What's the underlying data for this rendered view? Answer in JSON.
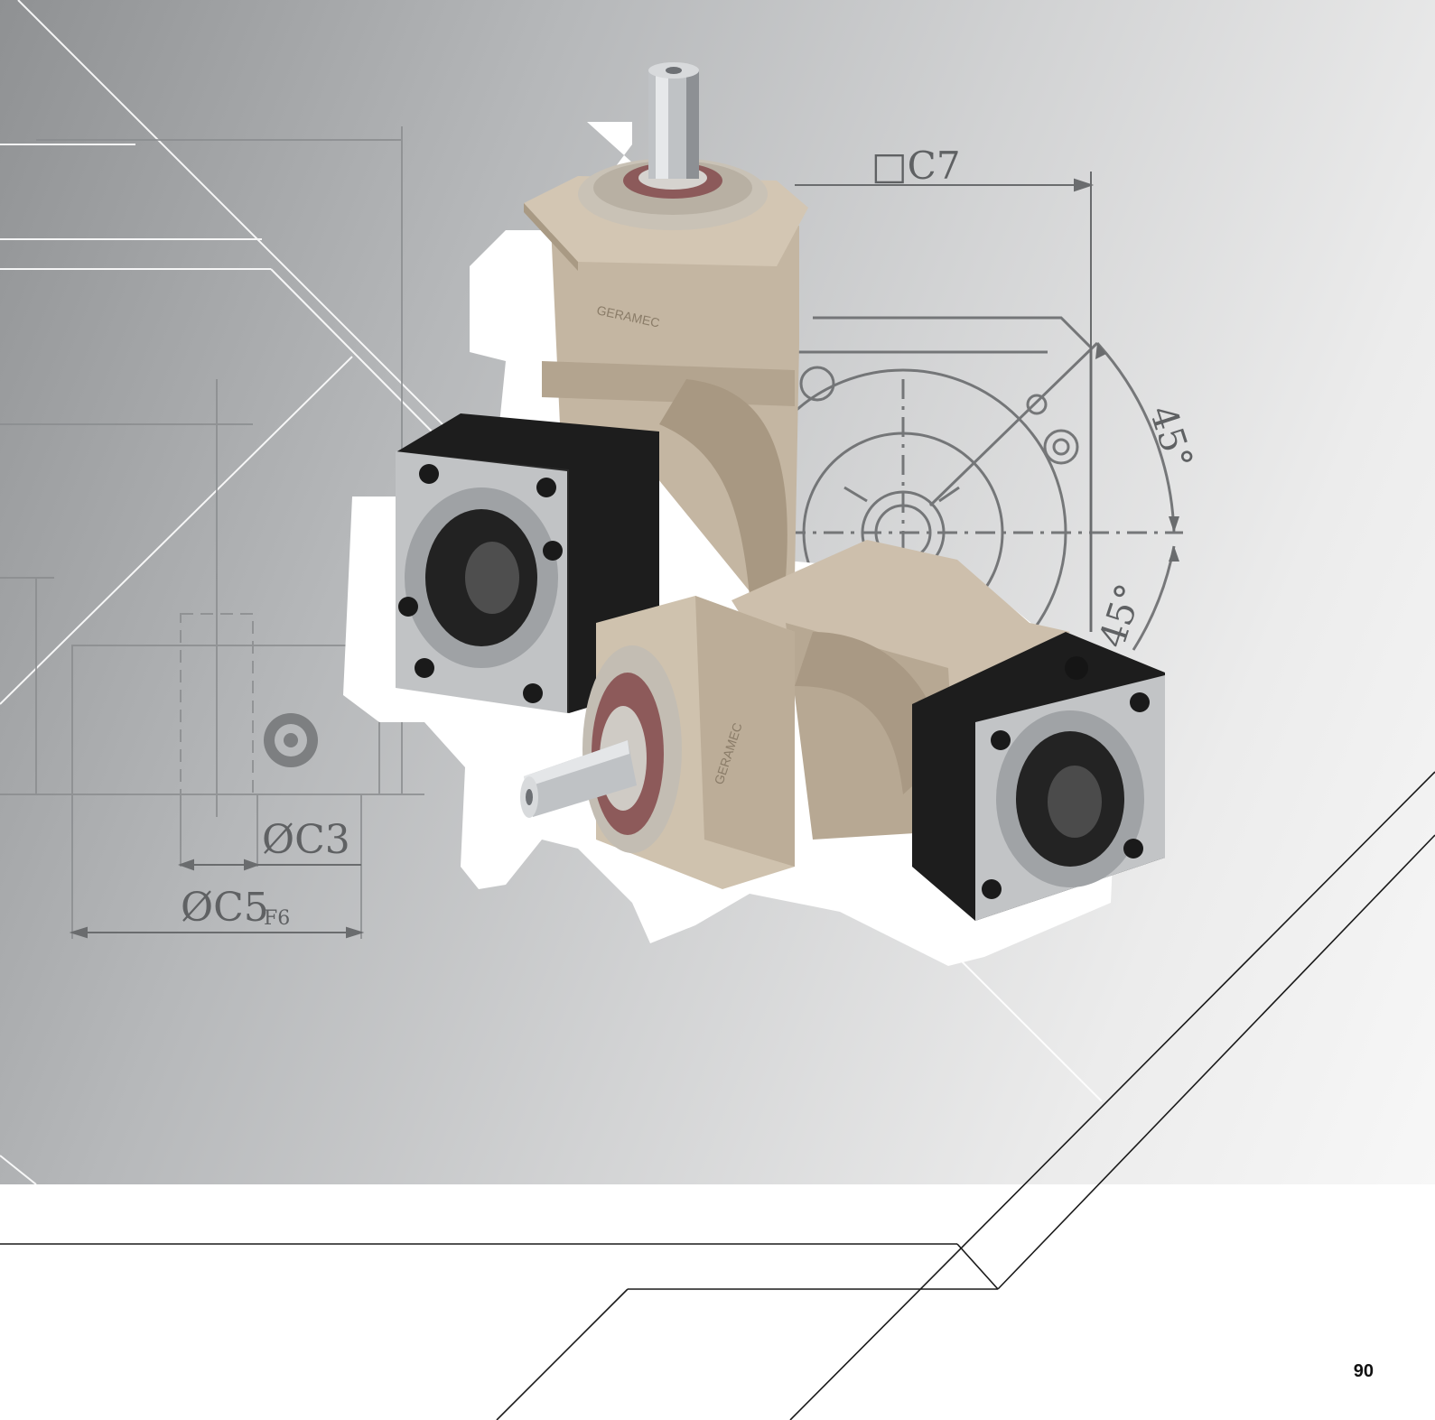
{
  "drawing_labels": {
    "c7": "□C7",
    "c3": "ØC3",
    "c5": "ØC5",
    "c5_tolerance": "F6",
    "angle_upper": "45°",
    "angle_lower": "45°"
  },
  "product": {
    "brand_mark": "GERAMEC",
    "photo_description": "two right-angle servo planetary gearboxes"
  },
  "page_number": "90",
  "colors": {
    "housing": "#c9bba8",
    "flange_black": "#1c1c1c",
    "steel": "#c4c6c8",
    "drawing_line": "#6a6c6e",
    "accent_line": "#1a1a1a"
  }
}
